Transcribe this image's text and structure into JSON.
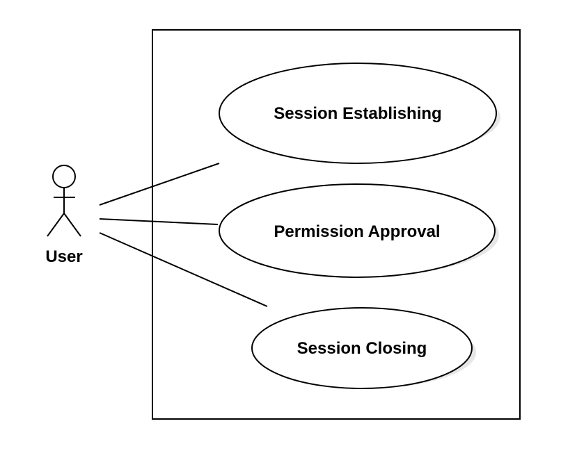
{
  "diagram": {
    "actor": {
      "name": "User"
    },
    "use_cases": [
      {
        "label": "Session Establishing"
      },
      {
        "label": "Permission Approval"
      },
      {
        "label": "Session Closing"
      }
    ],
    "colors": {
      "stroke": "#000000",
      "fill": "#ffffff",
      "shadow": "#e6e6e6"
    }
  }
}
